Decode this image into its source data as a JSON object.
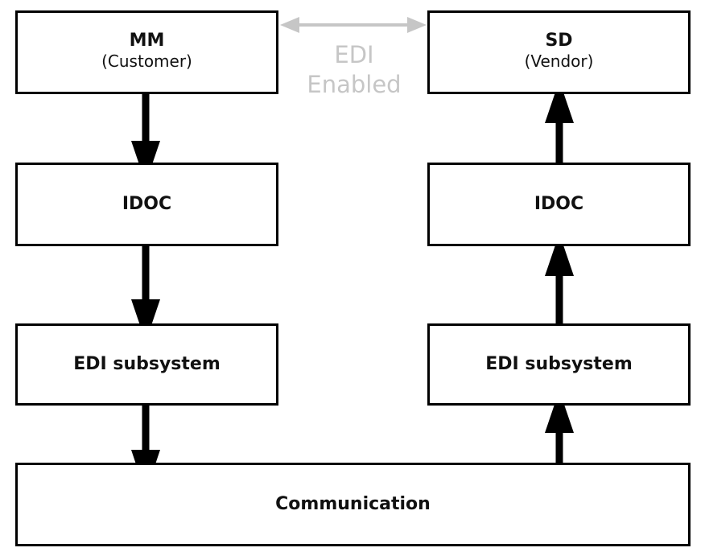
{
  "mm": {
    "title": "MM",
    "subtitle": "(Customer)"
  },
  "sd": {
    "title": "SD",
    "subtitle": "(Vendor)"
  },
  "idoc_left": "IDOC",
  "idoc_right": "IDOC",
  "edi_left": "EDI subsystem",
  "edi_right": "EDI subsystem",
  "communication": "Communication",
  "link": {
    "line1": "EDI",
    "line2": "Enabled"
  },
  "colors": {
    "box_border": "#000000",
    "arrow": "#000000",
    "link_arrow": "#c6c6c6"
  }
}
